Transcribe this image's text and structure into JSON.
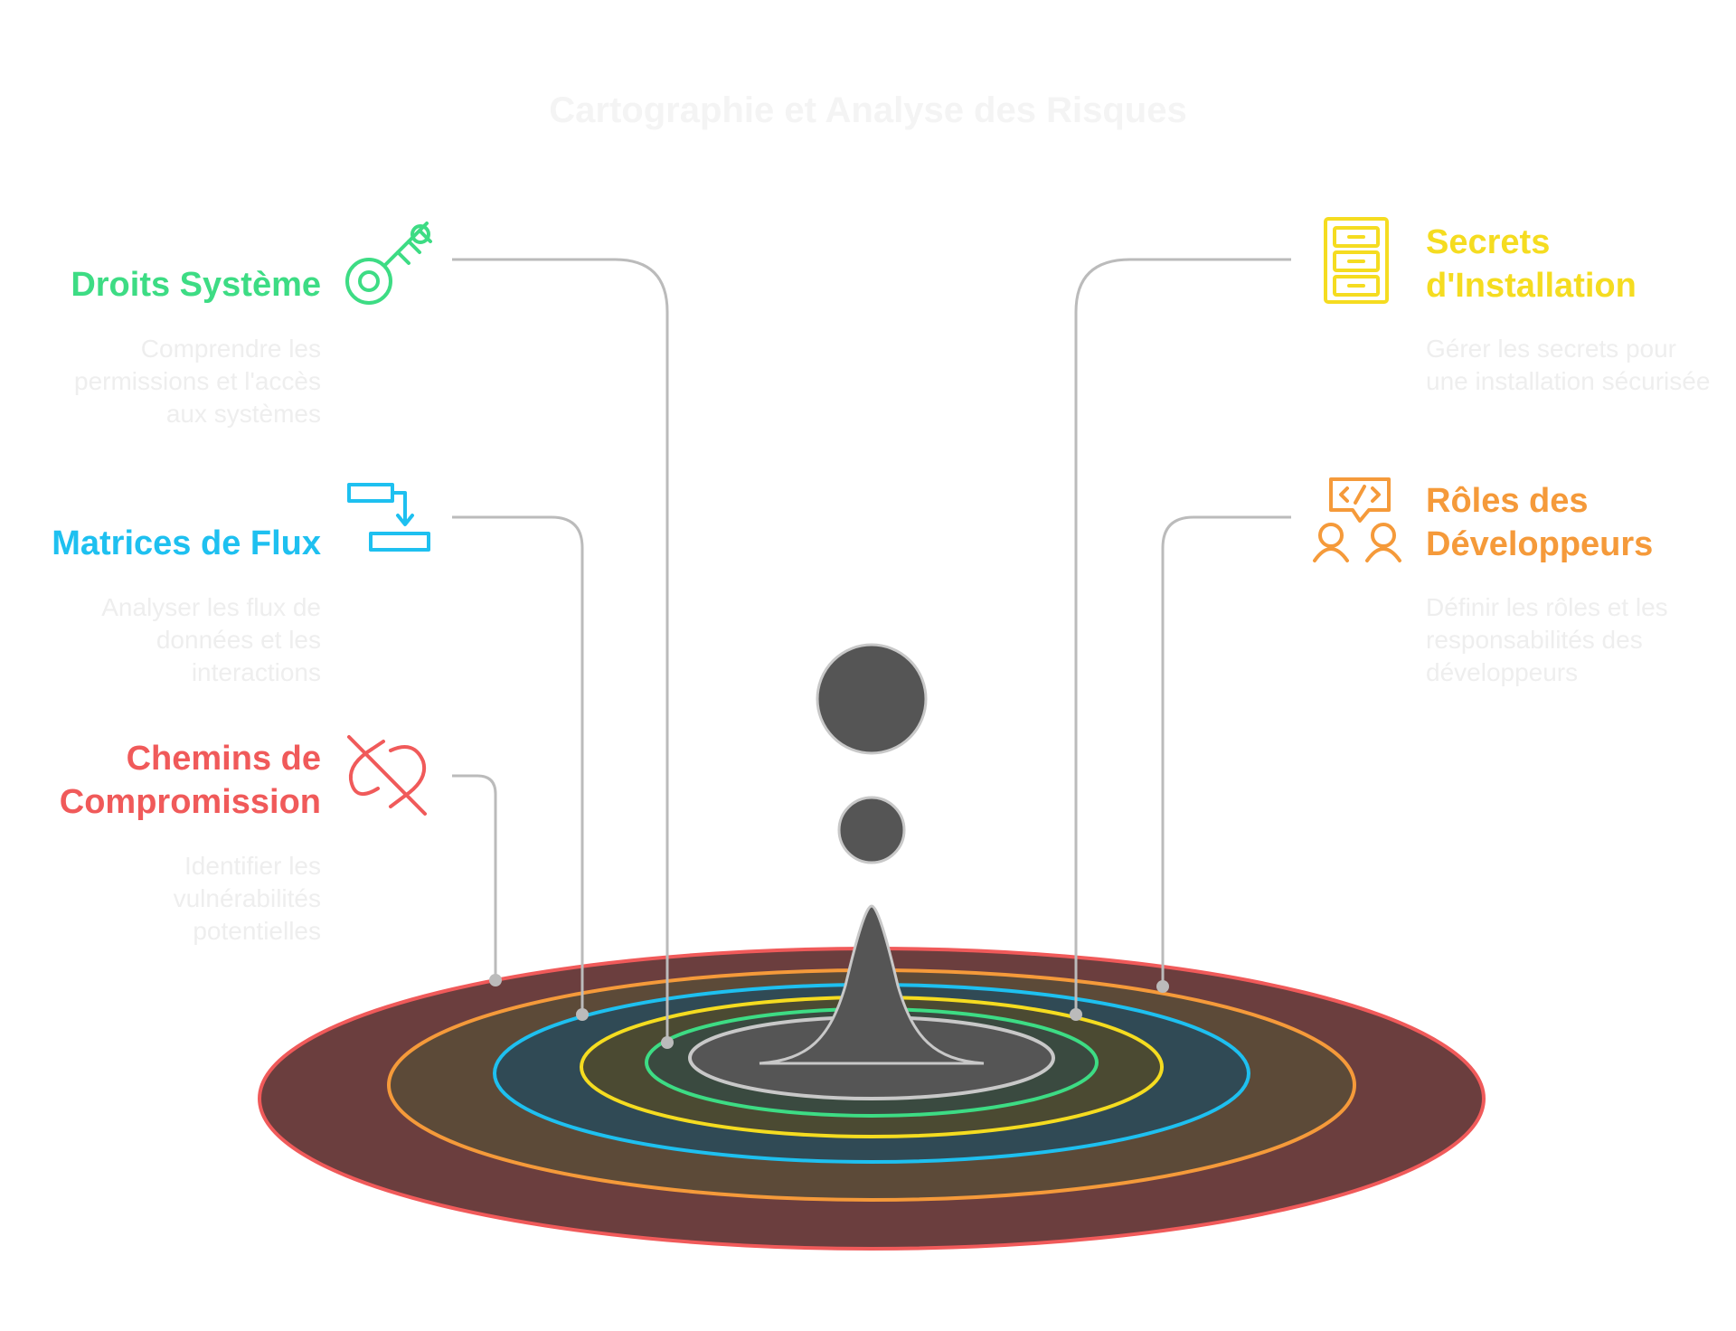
{
  "title": "Cartographie et Analyse des Risques",
  "items": [
    {
      "key": "droits",
      "title": "Droits Système",
      "description": "Comprendre les permissions et l'accès aux systèmes",
      "color": "#3ddc84",
      "icon": "key-icon"
    },
    {
      "key": "matrices",
      "title": "Matrices de Flux",
      "description": "Analyser les flux de données et les interactions",
      "color": "#1ec0f0",
      "icon": "flow-icon"
    },
    {
      "key": "chemins",
      "title": "Chemins de Compromission",
      "description": "Identifier les vulnérabilités potentielles",
      "color": "#f05a5a",
      "icon": "broken-link-icon"
    },
    {
      "key": "secrets",
      "title": "Secrets d'Installation",
      "description": "Gérer les secrets pour une installation sécurisée",
      "color": "#f5dc20",
      "icon": "cabinet-icon"
    },
    {
      "key": "roles",
      "title": "Rôles des Développeurs",
      "description": "Définir les rôles et les responsabilités des développeurs",
      "color": "#f59a3a",
      "icon": "developers-icon"
    }
  ],
  "ring_colors": {
    "outer": "#f05a5a",
    "ring2": "#f59a3a",
    "ring3": "#1ec0f0",
    "ring4": "#f5dc20",
    "ring5": "#3ddc84",
    "inner": "#c8c8c8"
  },
  "fills": {
    "outer": "#6b3e3e",
    "ring2": "#5c4a38",
    "ring3": "#304a55",
    "ring4": "#4b4a32",
    "ring5": "#3a4a40",
    "inner": "#555555",
    "drop": "#555555"
  },
  "connector_color": "#bbbbbb"
}
